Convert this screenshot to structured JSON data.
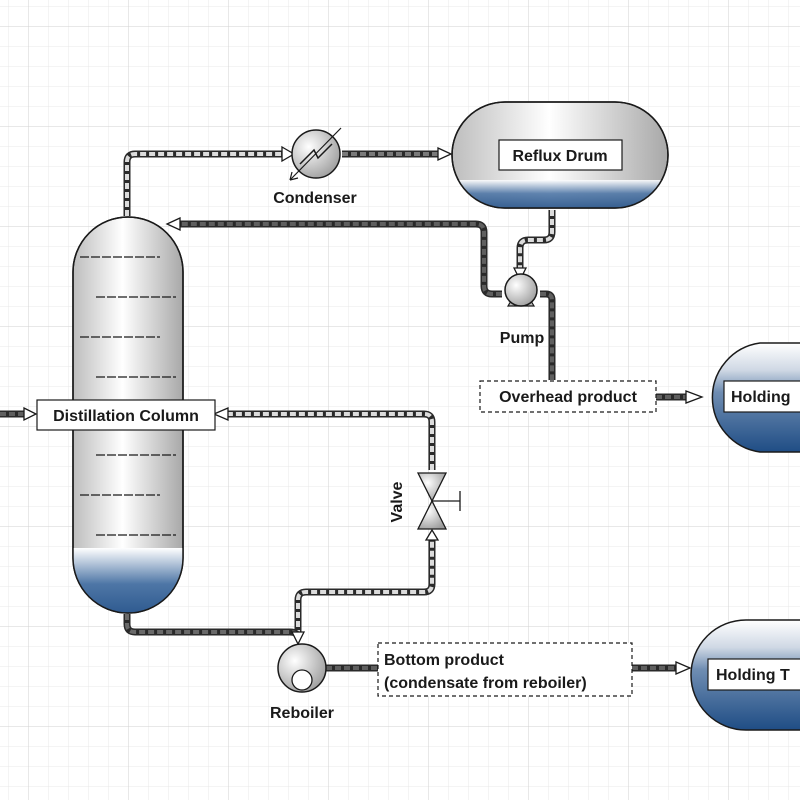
{
  "labels": {
    "condenser": "Condenser",
    "reflux_drum": "Reflux Drum",
    "pump": "Pump",
    "overhead_product": "Overhead product",
    "holding_tank_top": "Holding",
    "distillation_column": "Distillation Column",
    "valve": "Valve",
    "bottom_product_line1": "Bottom product",
    "bottom_product_line2": "(condensate from reboiler)",
    "reboiler": "Reboiler",
    "holding_tank_bottom": "Holding T"
  },
  "colors": {
    "liquid": "#1f4d85",
    "grid_minor": "#e8e8e8",
    "grid_major": "#cfcfcf",
    "outline": "#222222"
  }
}
